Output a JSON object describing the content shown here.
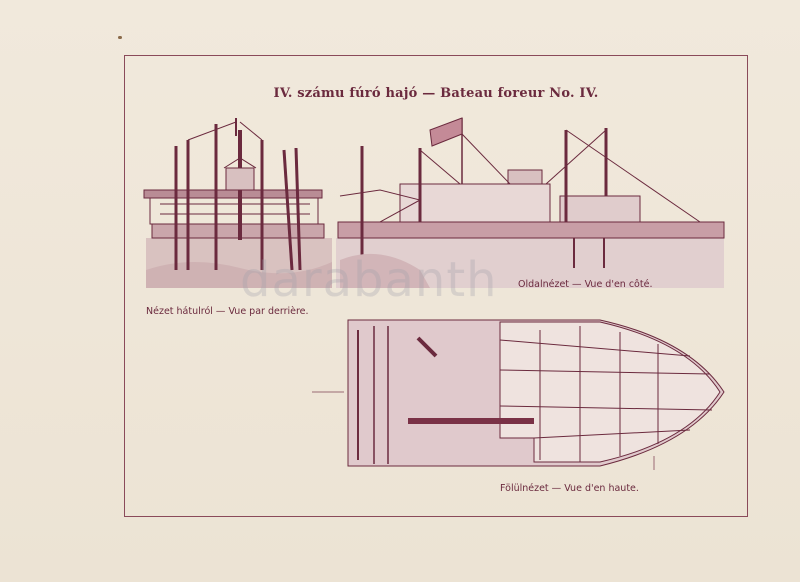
{
  "plate": {
    "title": "IV. számu fúró hajó — Bateau foreur No. IV.",
    "captions": {
      "rear_view": "Nézet hátulról — Vue par derrière.",
      "side_view": "Oldalnézet — Vue d'en côté.",
      "top_view": "Fölülnézet — Vue d'en haute."
    },
    "watermark": "darabanth"
  },
  "colors": {
    "ink": "#6b2a3e",
    "paper": "#efe6d8",
    "frame": "#8a4a5a"
  }
}
